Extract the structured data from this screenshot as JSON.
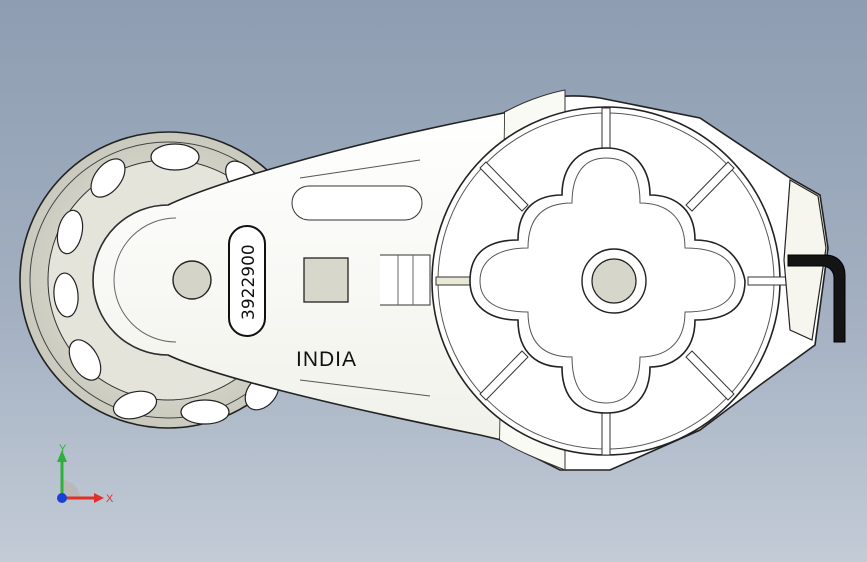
{
  "model": {
    "arm_engraving": "3922900",
    "country_marking": "INDIA"
  },
  "triad": {
    "x_label": "X",
    "y_label": "Y",
    "x_color": "#e0302a",
    "y_color": "#2eb03a",
    "z_color": "#1a3fd6"
  },
  "colors": {
    "background_top": "#8e9db1",
    "background_bottom": "#c3cbd6",
    "part_fill": "#ffffff",
    "pulley_fill": "#dcdcd2",
    "edge": "#222222"
  }
}
